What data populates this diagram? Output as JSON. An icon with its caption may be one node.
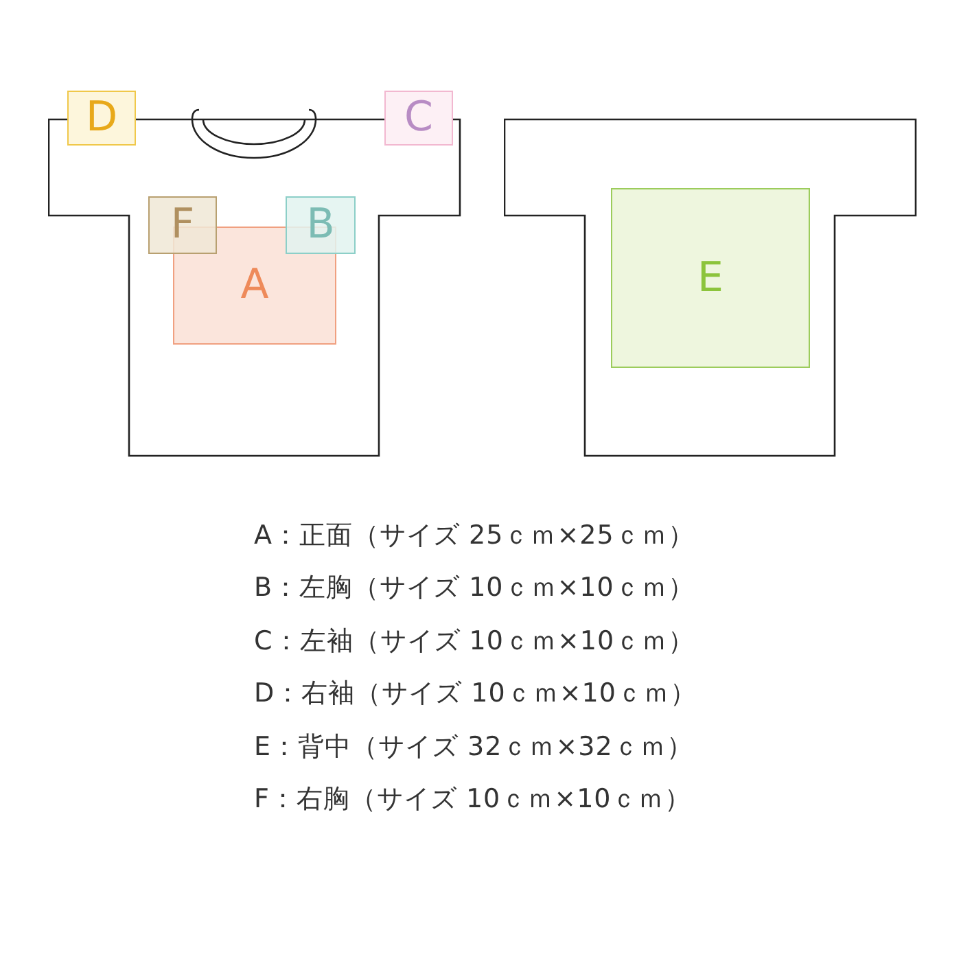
{
  "diagram": {
    "nodes": [
      {
        "text": [],
        "shape": "picture"
      },
      {
        "text": [
          "D"
        ]
      },
      {
        "text": [
          "C"
        ]
      },
      {
        "text": [
          "F"
        ],
        "in": 0
      },
      {
        "text": [
          "B"
        ],
        "in": 0
      },
      {
        "text": [
          "A"
        ],
        "in": 0
      },
      {
        "text": [],
        "shape": "picture"
      },
      {
        "text": [
          "E"
        ],
        "in": 6
      }
    ],
    "edges": [],
    "labels": [
      "A：正面（サイズ 25ｃｍ×25ｃｍ）",
      "B：左胸（サイズ 10ｃｍ×10ｃｍ）",
      "C：左袖（サイズ 10ｃｍ×10ｃｍ）",
      "D：右袖（サイズ 10ｃｍ×10ｃｍ）",
      "E：背中（サイズ 32ｃｍ×32ｃｍ）",
      "F：右胸（サイズ 10ｃｍ×10ｃｍ）"
    ]
  }
}
